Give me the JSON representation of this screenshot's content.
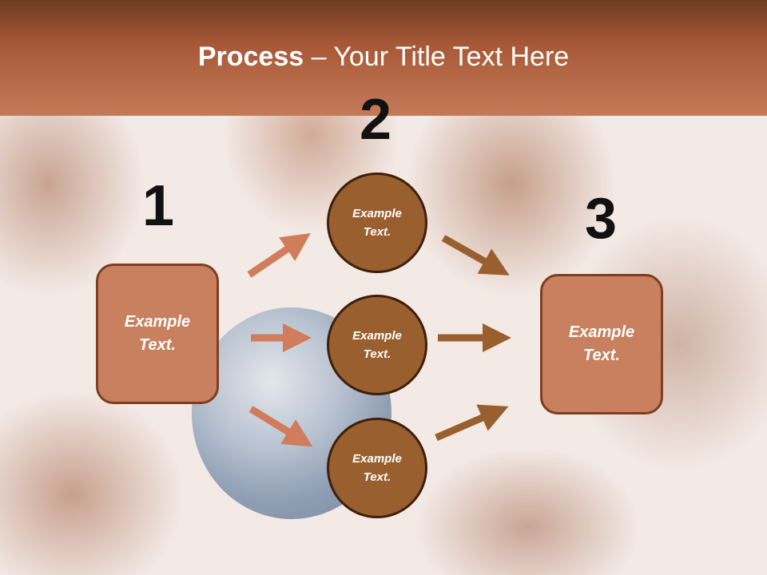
{
  "slide": {
    "title_bold": "Process",
    "title_rest": " – Your Title Text Here"
  },
  "steps": {
    "n1": "1",
    "n2": "2",
    "n3": "3"
  },
  "left_box": {
    "text_line1": "Example",
    "text_line2": "Text."
  },
  "right_box": {
    "text_line1": "Example",
    "text_line2": "Text."
  },
  "circles": [
    {
      "line1": "Example",
      "line2": "Text."
    },
    {
      "line1": "Example",
      "line2": "Text."
    },
    {
      "line1": "Example",
      "line2": "Text."
    }
  ],
  "colors": {
    "header": "#a85a38",
    "box_fill": "#c8805e",
    "circle_fill": "#9a5f2e",
    "arrow_left": "#d17c5a",
    "arrow_right": "#9a5f2e"
  }
}
